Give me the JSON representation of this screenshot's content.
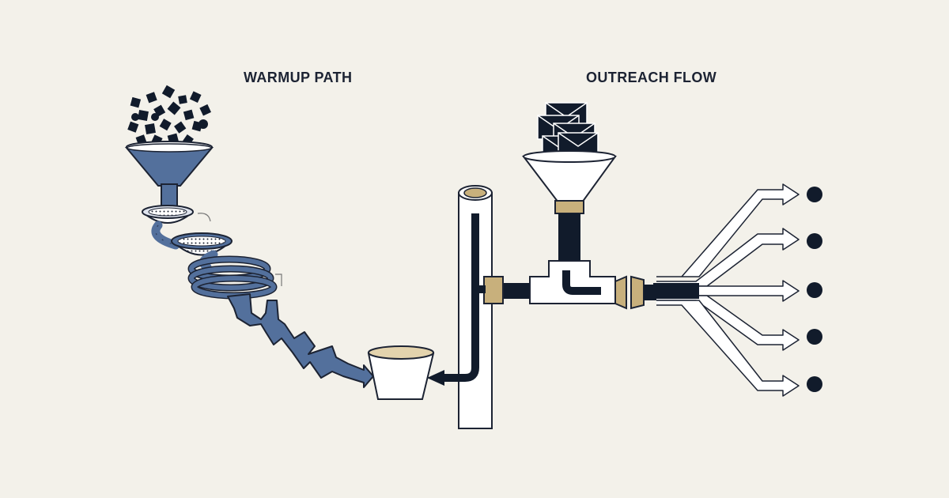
{
  "labels": {
    "warmup": "WARMUP PATH",
    "outreach": "OUTREACH FLOW"
  },
  "colors": {
    "background": "#f3f1ea",
    "ink": "#111b2b",
    "navy": "#13213a",
    "warmup_blue": "#53709c",
    "brass": "#c8b07c",
    "paper": "#ffffff"
  },
  "diagram": {
    "warmup_path": [
      "funnel",
      "sieve",
      "fine-sieve",
      "coil",
      "zigzag-arrow",
      "collector-cup"
    ],
    "outreach_flow": [
      "envelope-stack",
      "funnel",
      "junction",
      "splitter",
      "output-arrows"
    ],
    "output_count": 5
  }
}
